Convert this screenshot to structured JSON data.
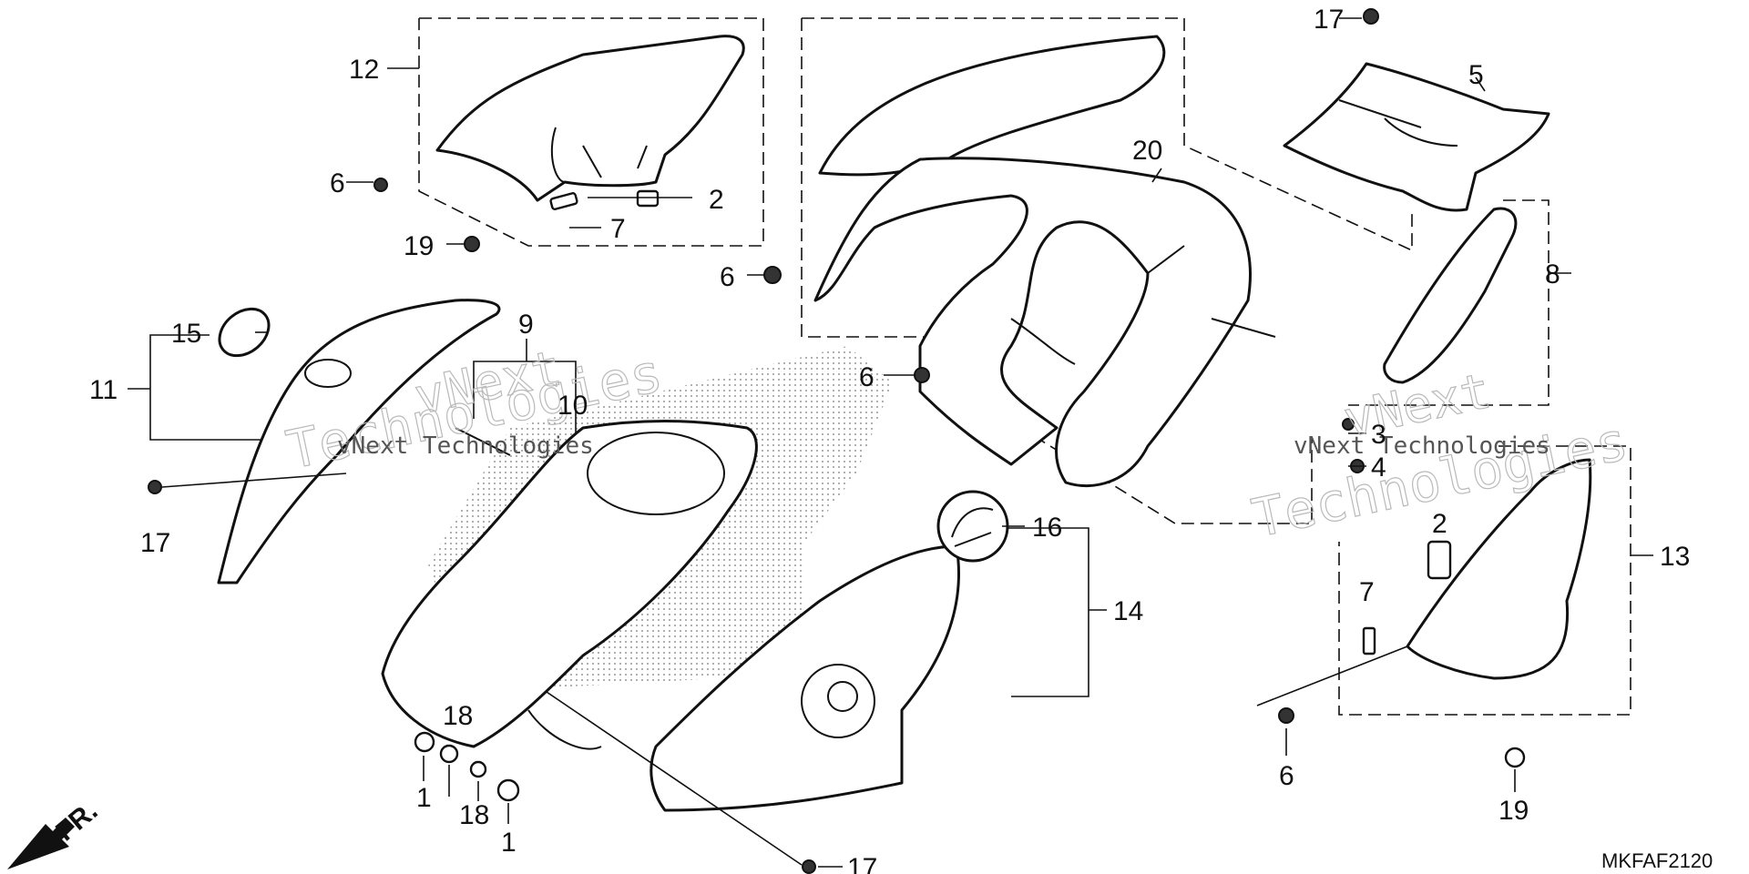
{
  "diagram_code": "MKFAF2120",
  "front_label": "FR.",
  "watermark": {
    "line1": "vNext",
    "line2": "Technologies",
    "combined": "vNext Technologies"
  },
  "callouts": {
    "c1a": "1",
    "c1b": "1",
    "c2a": "2",
    "c2b": "2",
    "c3": "3",
    "c4": "4",
    "c5": "5",
    "c6a": "6",
    "c6b": "6",
    "c6c": "6",
    "c6d": "6",
    "c7a": "7",
    "c7b": "7",
    "c8": "8",
    "c9": "9",
    "c10": "10",
    "c11": "11",
    "c12": "12",
    "c13": "13",
    "c14": "14",
    "c15": "15",
    "c16": "16",
    "c17a": "17",
    "c17b": "17",
    "c17c": "17",
    "c18a": "18",
    "c18b": "18",
    "c19a": "19",
    "c19b": "19",
    "c20": "20"
  }
}
